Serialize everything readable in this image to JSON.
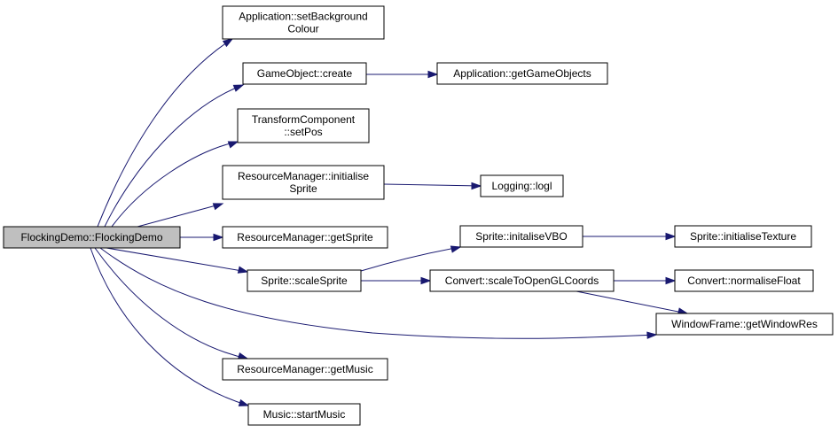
{
  "colors": {
    "root_fill": "#bfbfbf",
    "node_fill": "#ffffff",
    "edge": "#191970",
    "border": "#000000"
  },
  "nodes": {
    "root": {
      "lines": [
        "FlockingDemo::FlockingDemo"
      ]
    },
    "setbg": {
      "lines": [
        "Application::setBackground",
        "Colour"
      ]
    },
    "create": {
      "lines": [
        "GameObject::create"
      ]
    },
    "getgo": {
      "lines": [
        "Application::getGameObjects"
      ]
    },
    "setpos": {
      "lines": [
        "TransformComponent",
        "::setPos"
      ]
    },
    "initsprite": {
      "lines": [
        "ResourceManager::initialise",
        "Sprite"
      ]
    },
    "logl": {
      "lines": [
        "Logging::logl"
      ]
    },
    "getsprite": {
      "lines": [
        "ResourceManager::getSprite"
      ]
    },
    "initvbo": {
      "lines": [
        "Sprite::initaliseVBO"
      ]
    },
    "inittex": {
      "lines": [
        "Sprite::initialiseTexture"
      ]
    },
    "scale": {
      "lines": [
        "Sprite::scaleSprite"
      ]
    },
    "toogl": {
      "lines": [
        "Convert::scaleToOpenGLCoords"
      ]
    },
    "normf": {
      "lines": [
        "Convert::normaliseFloat"
      ]
    },
    "winres": {
      "lines": [
        "WindowFrame::getWindowRes"
      ]
    },
    "getmusic": {
      "lines": [
        "ResourceManager::getMusic"
      ]
    },
    "startmusic": {
      "lines": [
        "Music::startMusic"
      ]
    }
  }
}
